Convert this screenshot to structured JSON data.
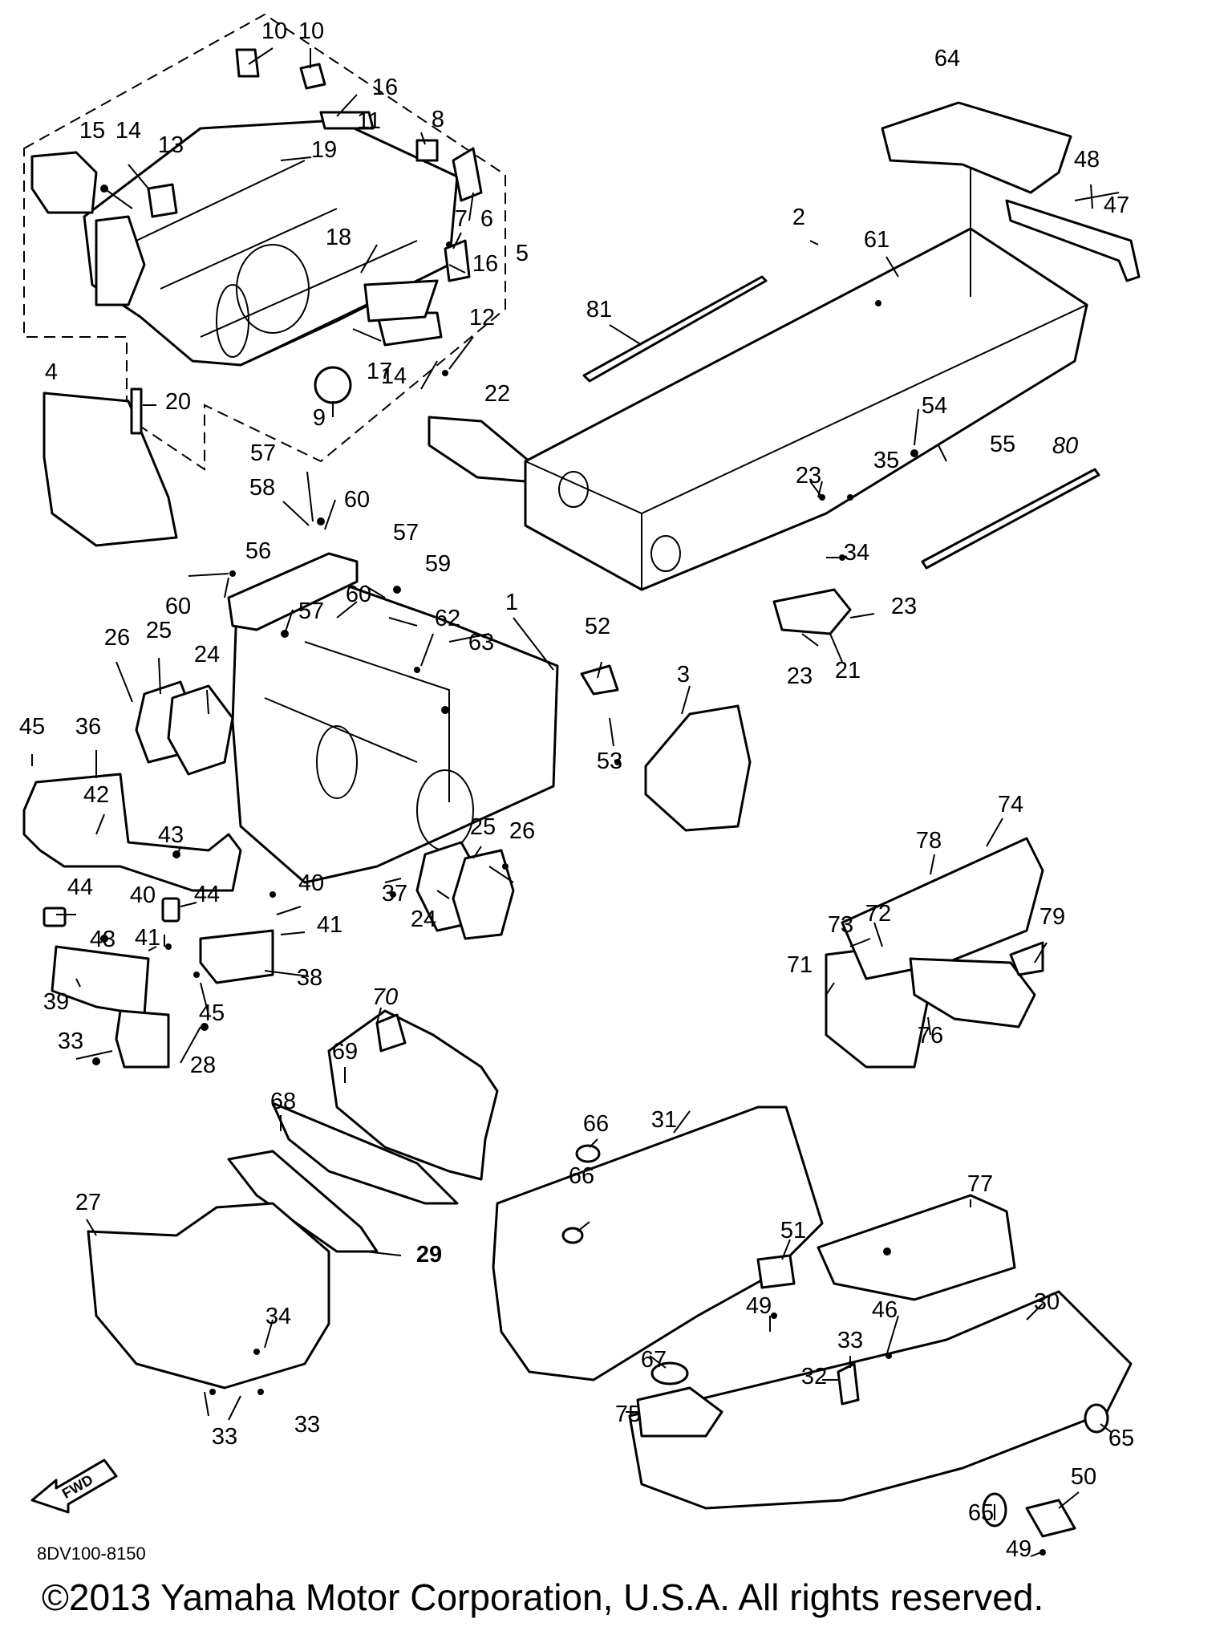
{
  "diagram_code": "8DV100-8150",
  "copyright": "©2013 Yamaha Motor Corporation, U.S.A. All rights reserved.",
  "fwd_label": "FWD",
  "callouts": [
    "10",
    "10",
    "16",
    "11",
    "8",
    "15",
    "14",
    "13",
    "19",
    "6",
    "7",
    "16",
    "5",
    "18",
    "12",
    "17",
    "14",
    "9",
    "4",
    "20",
    "22",
    "64",
    "48",
    "47",
    "2",
    "61",
    "81",
    "54",
    "55",
    "80",
    "23",
    "35",
    "34",
    "23",
    "21",
    "23",
    "57",
    "58",
    "60",
    "57",
    "59",
    "56",
    "57",
    "60",
    "60",
    "62",
    "63",
    "1",
    "26",
    "25",
    "24",
    "52",
    "3",
    "53",
    "45",
    "36",
    "42",
    "43",
    "25",
    "26",
    "37",
    "24",
    "44",
    "44",
    "40",
    "40",
    "43",
    "41",
    "41",
    "38",
    "39",
    "45",
    "33",
    "28",
    "74",
    "78",
    "73",
    "72",
    "79",
    "71",
    "76",
    "70",
    "69",
    "68",
    "31",
    "66",
    "66",
    "77",
    "27",
    "29",
    "34",
    "51",
    "46",
    "30",
    "33",
    "49",
    "32",
    "67",
    "65",
    "75",
    "33",
    "33",
    "50",
    "65",
    "49"
  ]
}
